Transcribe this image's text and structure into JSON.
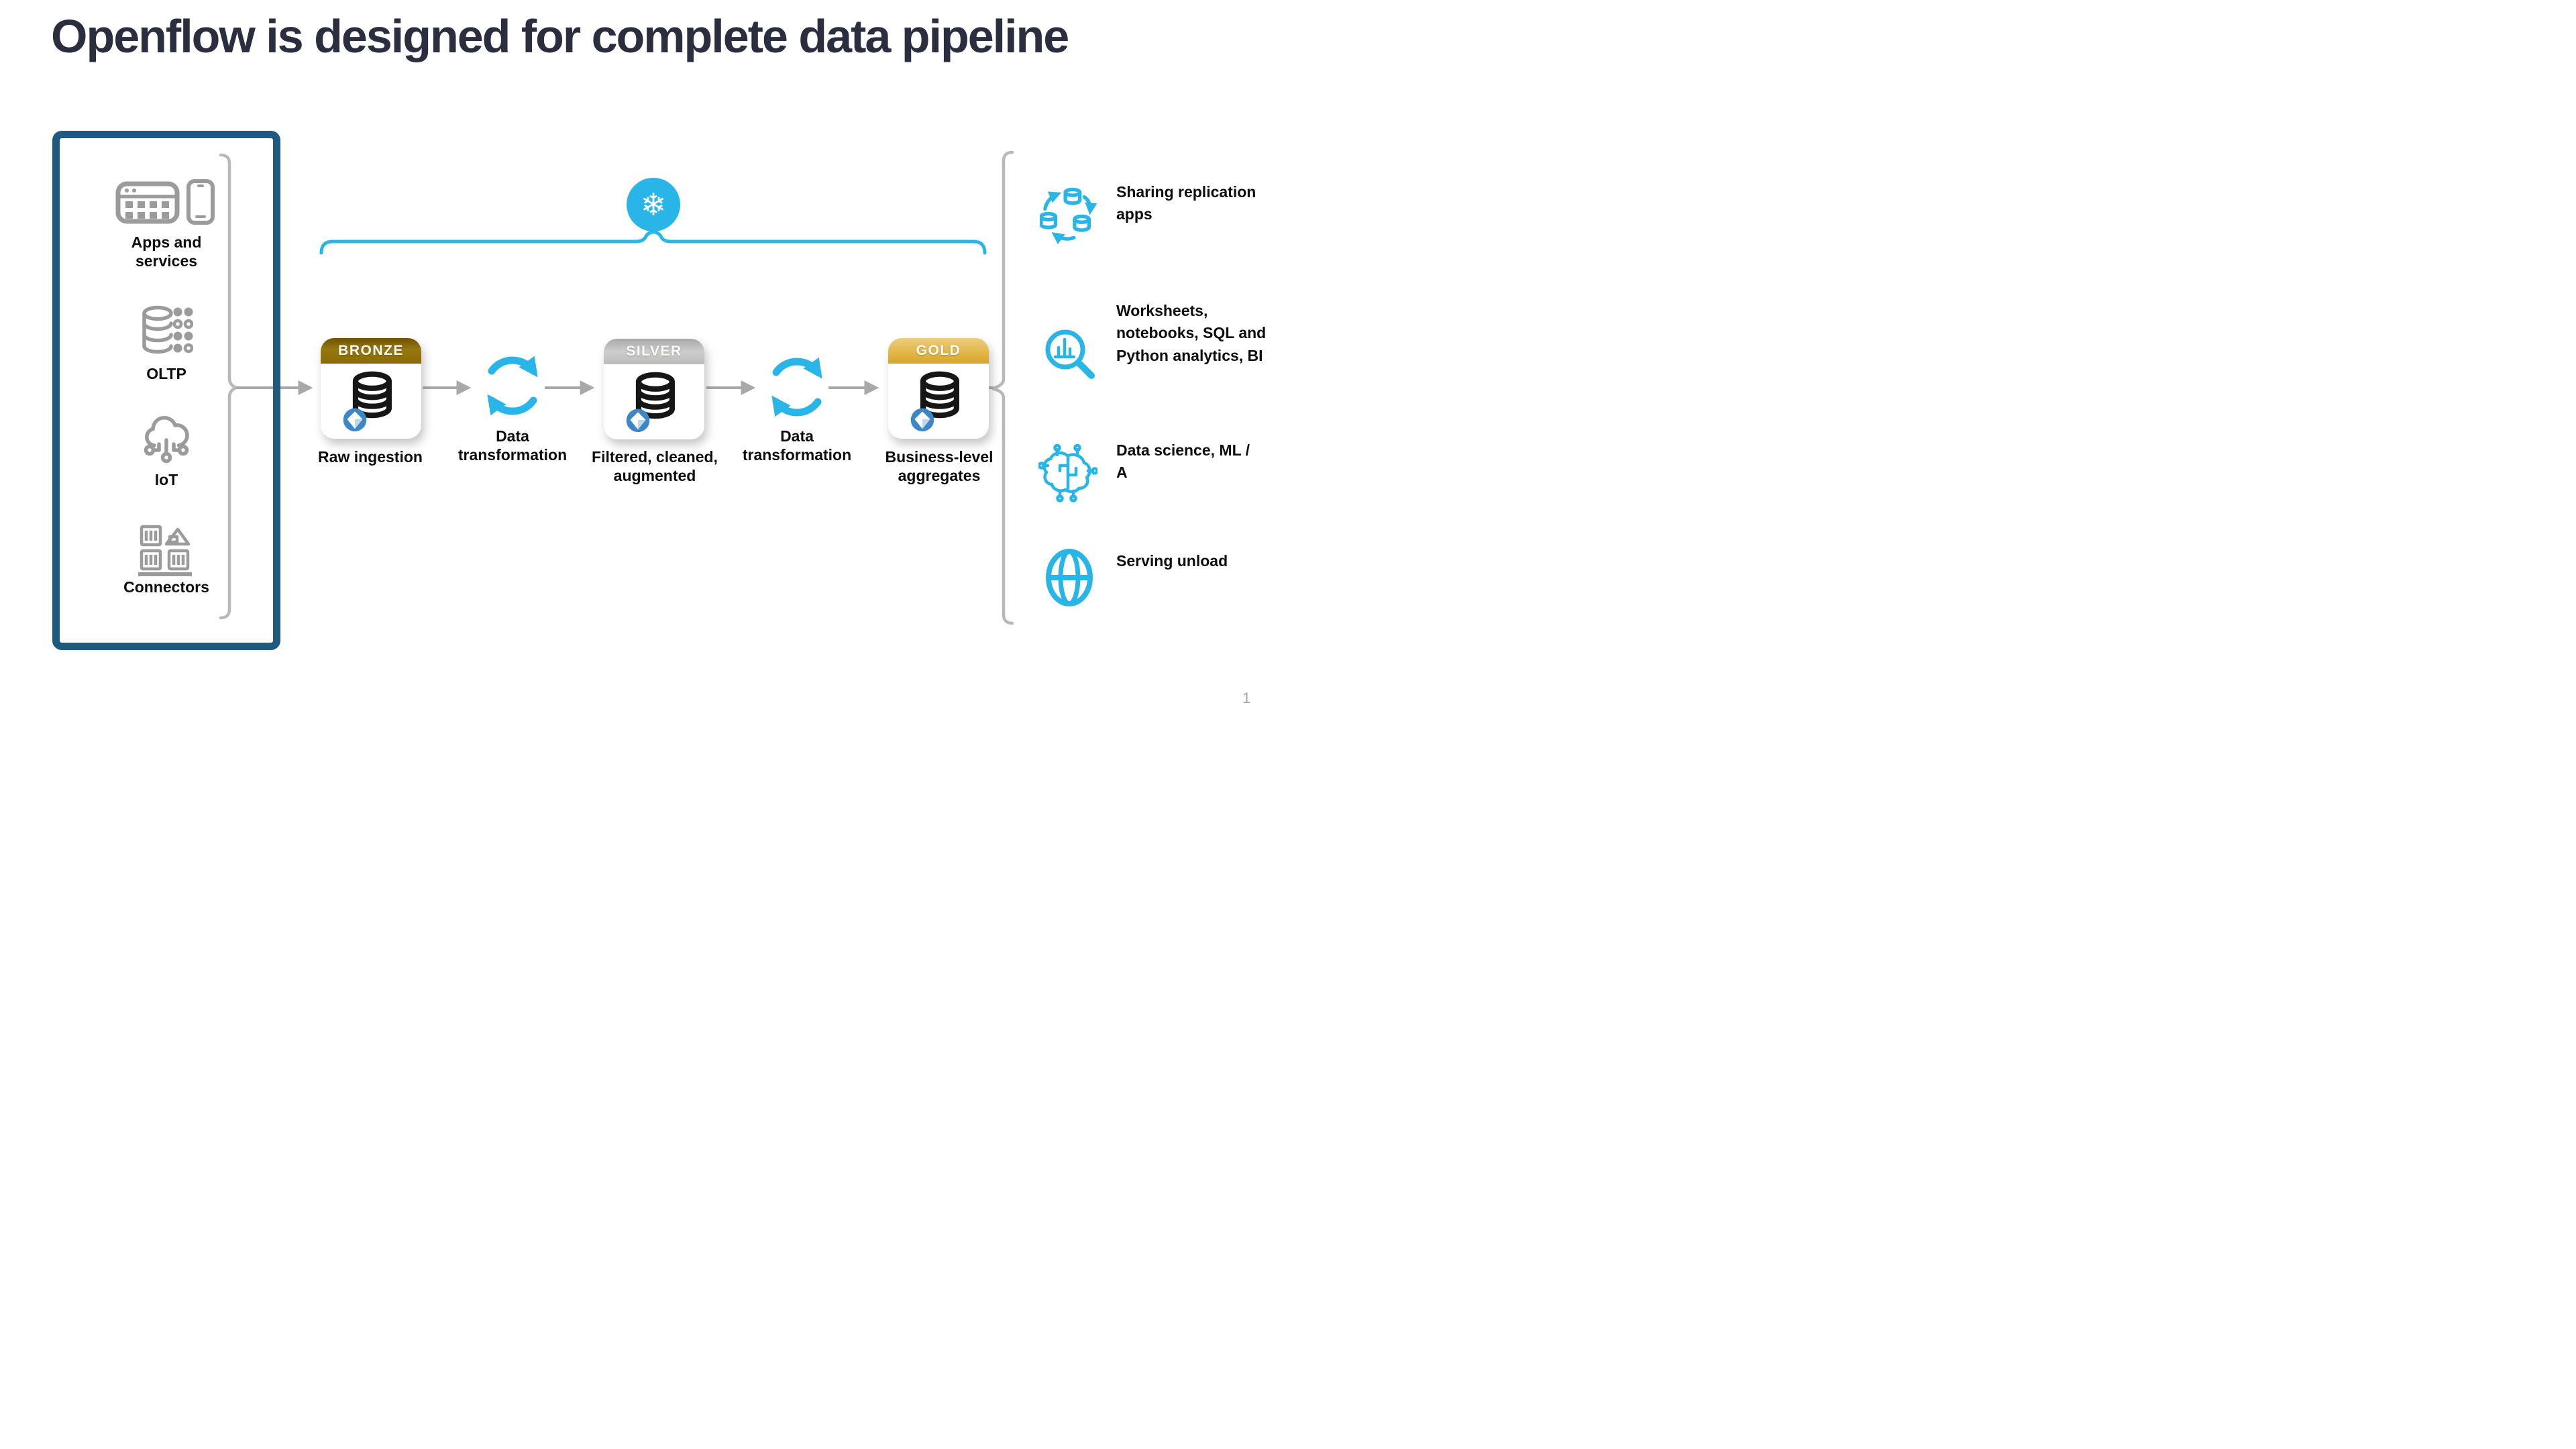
{
  "header": {
    "title": "Openflow is designed for complete data pipeline",
    "page_number": "1"
  },
  "colors": {
    "title_text": "#2a2e3f",
    "source_box_border": "#1d5a7e",
    "accent_cyan": "#29b5e8",
    "icon_gray": "#9b9b9b",
    "arrow_gray": "#a8a8a8",
    "brace_gray": "#b9b9b9",
    "bronze_header": "#8a6a04",
    "silver_header": "#bcbcbc",
    "gold_header": "#d3a62c",
    "iceberg_badge_blue": "#3d87c9"
  },
  "sources": {
    "items": [
      {
        "label": "Apps and services",
        "icon": "apps-and-services-icon"
      },
      {
        "label": "OLTP",
        "icon": "oltp-database-icon"
      },
      {
        "label": "IoT",
        "icon": "iot-cloud-icon"
      },
      {
        "label": "Connectors",
        "icon": "connectors-containers-icon"
      }
    ]
  },
  "pipeline": {
    "platform_icon": "snowflake-logo",
    "snowflake_glyph": "❄",
    "stages": [
      {
        "tier": "BRONZE",
        "label": "Raw ingestion",
        "icon": "database-stack-iceberg-icon"
      },
      {
        "tier": "SILVER",
        "label": "Filtered, cleaned, augmented",
        "icon": "database-stack-iceberg-icon"
      },
      {
        "tier": "GOLD",
        "label": "Business-level aggregates",
        "icon": "database-stack-iceberg-icon"
      }
    ],
    "transformations": [
      {
        "label": "Data transformation",
        "icon": "cycle-arrows-icon"
      },
      {
        "label": "Data transformation",
        "icon": "cycle-arrows-icon"
      }
    ]
  },
  "outputs": {
    "items": [
      {
        "label": "Sharing replication apps",
        "icon": "replication-databases-icon"
      },
      {
        "label": "Worksheets, notebooks, SQL and Python analytics, BI",
        "icon": "magnifier-analytics-icon"
      },
      {
        "label": "Data science, ML / A",
        "icon": "brain-circuit-icon"
      },
      {
        "label": "Serving unload",
        "icon": "globe-icon"
      }
    ]
  }
}
